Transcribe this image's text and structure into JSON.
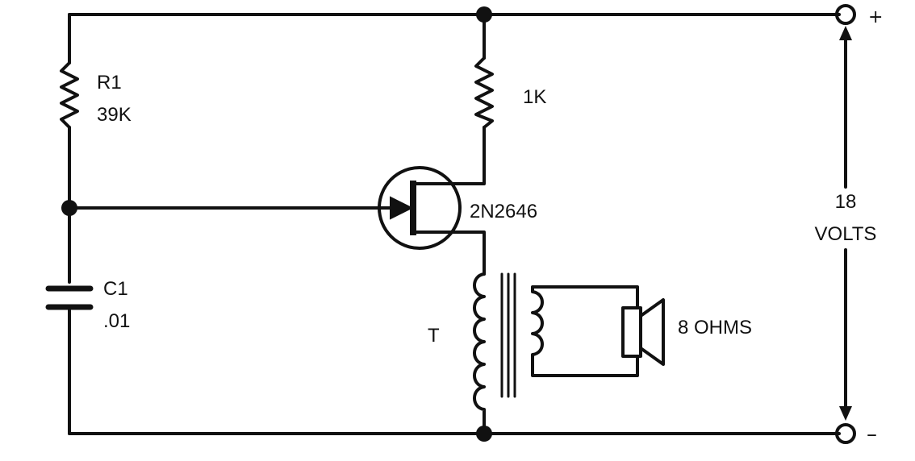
{
  "labels": {
    "r1_name": "R1",
    "r1_value": "39K",
    "r2_value": "1K",
    "transistor": "2N2646",
    "c1_name": "C1",
    "c1_value": ".01",
    "transformer": "T",
    "speaker": "8 OHMS",
    "voltage_value": "18",
    "voltage_unit": "VOLTS",
    "plus": "+",
    "minus": "–"
  }
}
